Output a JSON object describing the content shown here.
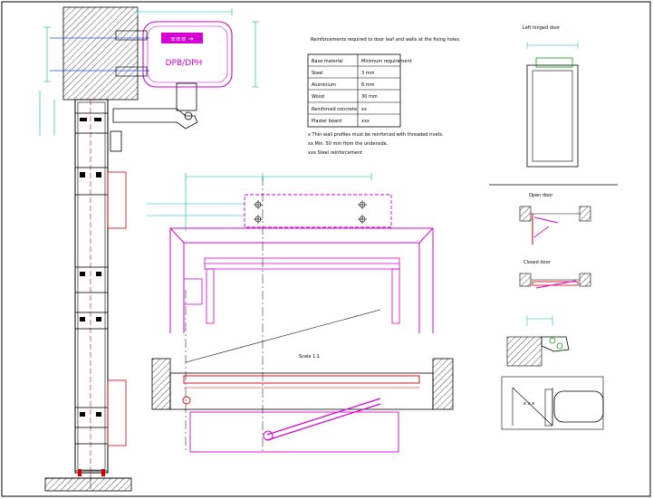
{
  "title": "",
  "colors": {
    "wall_hatch": "#000000",
    "profile": "#000000",
    "closer": "#d400d4",
    "frame_red": "#d00000",
    "dimension": "#00b4b4",
    "green": "#00a000",
    "background": "#ffffff"
  },
  "closer_logo_text": "DPB/DPH",
  "reinforcement": {
    "heading": "Reinforcements required to door leaf and walls at the fixing holes.",
    "headers": [
      "Base material",
      "Minimum requirement"
    ],
    "rows": [
      [
        "Steel",
        "3 mm"
      ],
      [
        "Aluminium",
        "6 mm"
      ],
      [
        "Wood",
        "30 mm"
      ],
      [
        "Reinforced concrete",
        "xx"
      ],
      [
        "Plaster board",
        "xxx"
      ]
    ],
    "notes": [
      "x  Thin-wall profiles must be reinforced with threaded rivets.",
      "xx Min. 50 mm from the underside.",
      "xxx Steel reinforcement"
    ]
  },
  "views": {
    "left_hinged": "Left hinged door",
    "open": "Open door",
    "closed": "Closed door",
    "scale": "Scale 1:1"
  },
  "detail_mark": "x x x"
}
